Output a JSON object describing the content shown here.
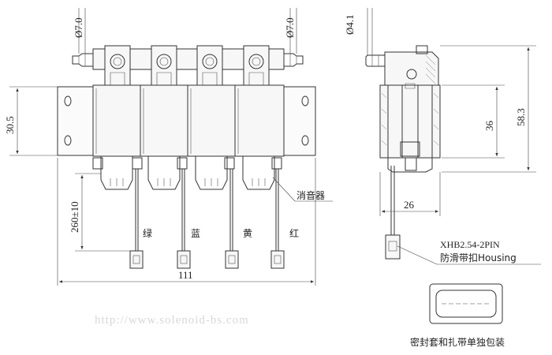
{
  "dimensions": {
    "tube_dia_left": "Ø7.0",
    "tube_dia_right": "Ø7.0",
    "port_dia_side": "Ø4.1",
    "height_plate": "30.5",
    "wire_length": "260±10",
    "total_width": "111",
    "body_height": "36",
    "total_height": "58.3",
    "body_width": "26"
  },
  "wire_colors": [
    "绿",
    "蓝",
    "黄",
    "红"
  ],
  "labels": {
    "muffler": "消音器",
    "connector": "XHB2.54-2PIN",
    "housing": "防滑带扣Housing",
    "packaging": "密封套和扎带单独包装"
  },
  "watermark": "http://www.solenoid-bs.com"
}
